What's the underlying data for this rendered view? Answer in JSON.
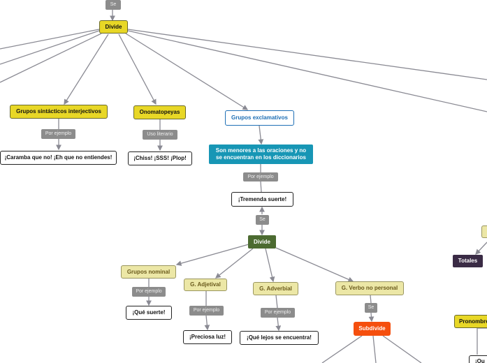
{
  "nodes": {
    "se_top": "Se",
    "divide_top": "Divide",
    "grupos_interjectivos": "Grupos sintácticos interjectivos",
    "onomatopeyas": "Onomatopeyas",
    "grupos_exclamativos": "Grupos exclamativos",
    "son_menores": "Son menores a las oraciones y no se encuentran en los diccionarios",
    "por_ejemplo_1": "Por ejemplo",
    "uso_literario": "Uso literario",
    "por_ejemplo_2": "Por ejemplo",
    "caramba": "¡Caramba que no! ¡Eh que no entiendes!",
    "chiss": "¡Chiss! ¡SSS! ¡Plop!",
    "tremenda": "¡Tremenda suerte!",
    "se_mid": "Se",
    "divide_mid": "Divide",
    "grupos_nominal": "Grupos nominal",
    "g_adjetival": "G. Adjetival",
    "g_adverbial": "G. Adverbial",
    "g_verbo": "G. Verbo no personal",
    "por_ejemplo_3": "Por ejemplo",
    "por_ejemplo_4": "Por ejemplo",
    "por_ejemplo_5": "Por ejemplo",
    "se_low": "Se",
    "que_suerte": "¡Qué suerte!",
    "preciosa": "¡Preciosa luz!",
    "que_lejos": "¡Qué lejos se encuentra!",
    "subdivide": "Subdivide",
    "totales": "Totales",
    "pronombre": "Pronombre",
    "partial_bottom": "¡Qu"
  },
  "colors": {
    "connector": "#8a8a93",
    "yellow": "#e8d726",
    "khaki": "#ece7a6",
    "teal": "#1796b5",
    "green": "#4c6b31",
    "orange": "#f54f0e",
    "dark": "#3a2b45",
    "label": "#8c8c8c"
  }
}
